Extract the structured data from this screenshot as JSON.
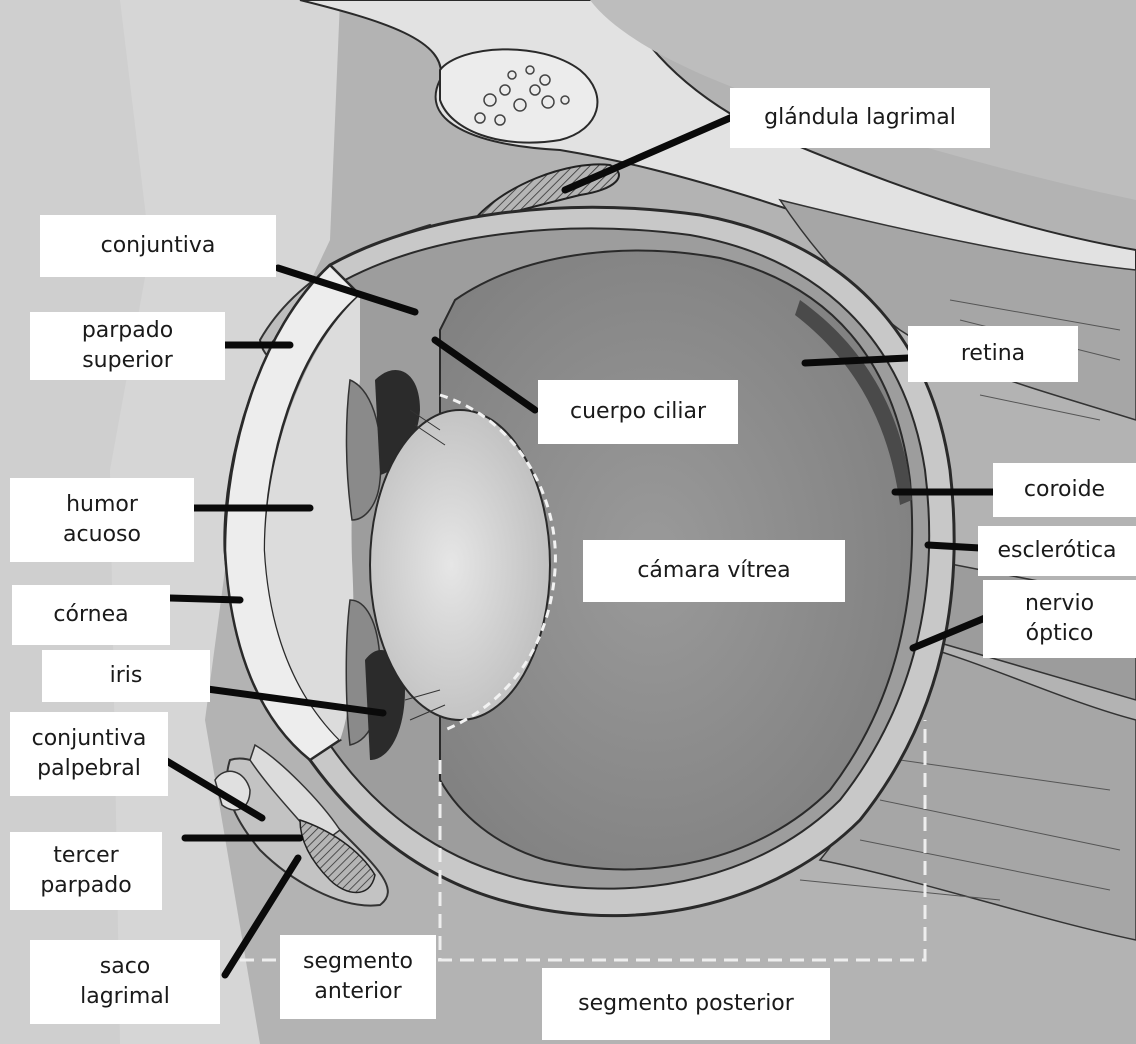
{
  "labels": {
    "lacrimal_gland": "glándula lagrimal",
    "conjunctiva": "conjuntiva",
    "upper_eyelid": [
      "parpado",
      "superior"
    ],
    "ciliary_body": "cuerpo ciliar",
    "retina": "retina",
    "aqueous_humor": [
      "humor",
      "acuoso"
    ],
    "choroid": "coroide",
    "sclera": "esclerótica",
    "vitreous_chamber": "cámara vítrea",
    "cornea": "córnea",
    "optic_nerve": [
      "nervio",
      "óptico"
    ],
    "iris": "iris",
    "palpebral_conjunctiva": [
      "conjuntiva",
      "palpebral"
    ],
    "third_eyelid": [
      "tercer",
      "parpado"
    ],
    "lacrimal_sac": [
      "saco",
      "lagrimal"
    ],
    "anterior_segment": [
      "segmento",
      "anterior"
    ],
    "posterior_segment": "segmento posterior"
  },
  "colors": {
    "leader_line": "#0a0a0a",
    "label_bg": "#ffffff",
    "vitreous": "#8a8a8a",
    "tissue": "#a9a9a9",
    "sclera": "#c9c9c9"
  }
}
